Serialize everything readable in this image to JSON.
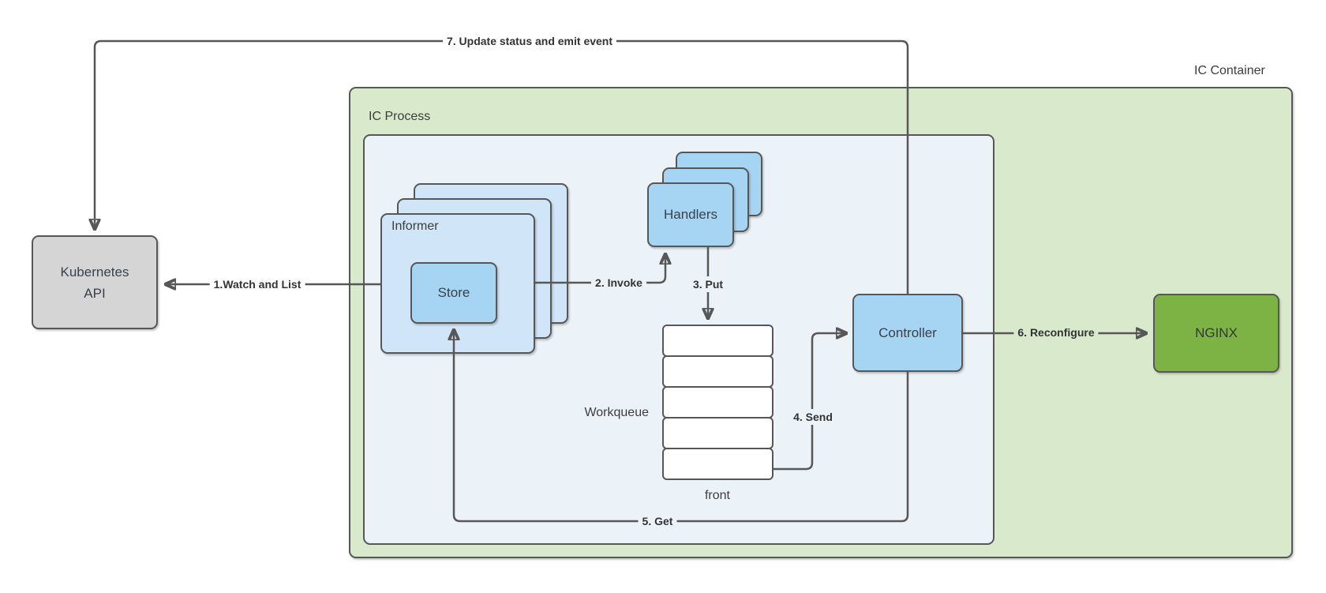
{
  "diagram": {
    "ic_container_label": "IC Container",
    "ic_process_label": "IC Process",
    "nodes": {
      "kubernetes_api_line1": "Kubernetes",
      "kubernetes_api_line2": "API",
      "informer": "Informer",
      "store": "Store",
      "handlers": "Handlers",
      "workqueue": "Workqueue",
      "workqueue_front": "front",
      "controller": "Controller",
      "nginx": "NGINX"
    },
    "workqueue_slots": 5,
    "edges": {
      "watch_and_list": "1.Watch and List",
      "invoke": "2. Invoke",
      "put": "3. Put",
      "send": "4. Send",
      "get": "5. Get",
      "reconfigure": "6. Reconfigure",
      "update_status": "7. Update status and emit event"
    },
    "colors": {
      "container_green": "#d9e9cc",
      "process_blue": "#ebf2f8",
      "informer_blue": "#d0e6f8",
      "node_blue": "#a6d4f3",
      "nginx_green": "#7cb344",
      "api_gray": "#d5d5d5",
      "line": "#575757"
    }
  }
}
